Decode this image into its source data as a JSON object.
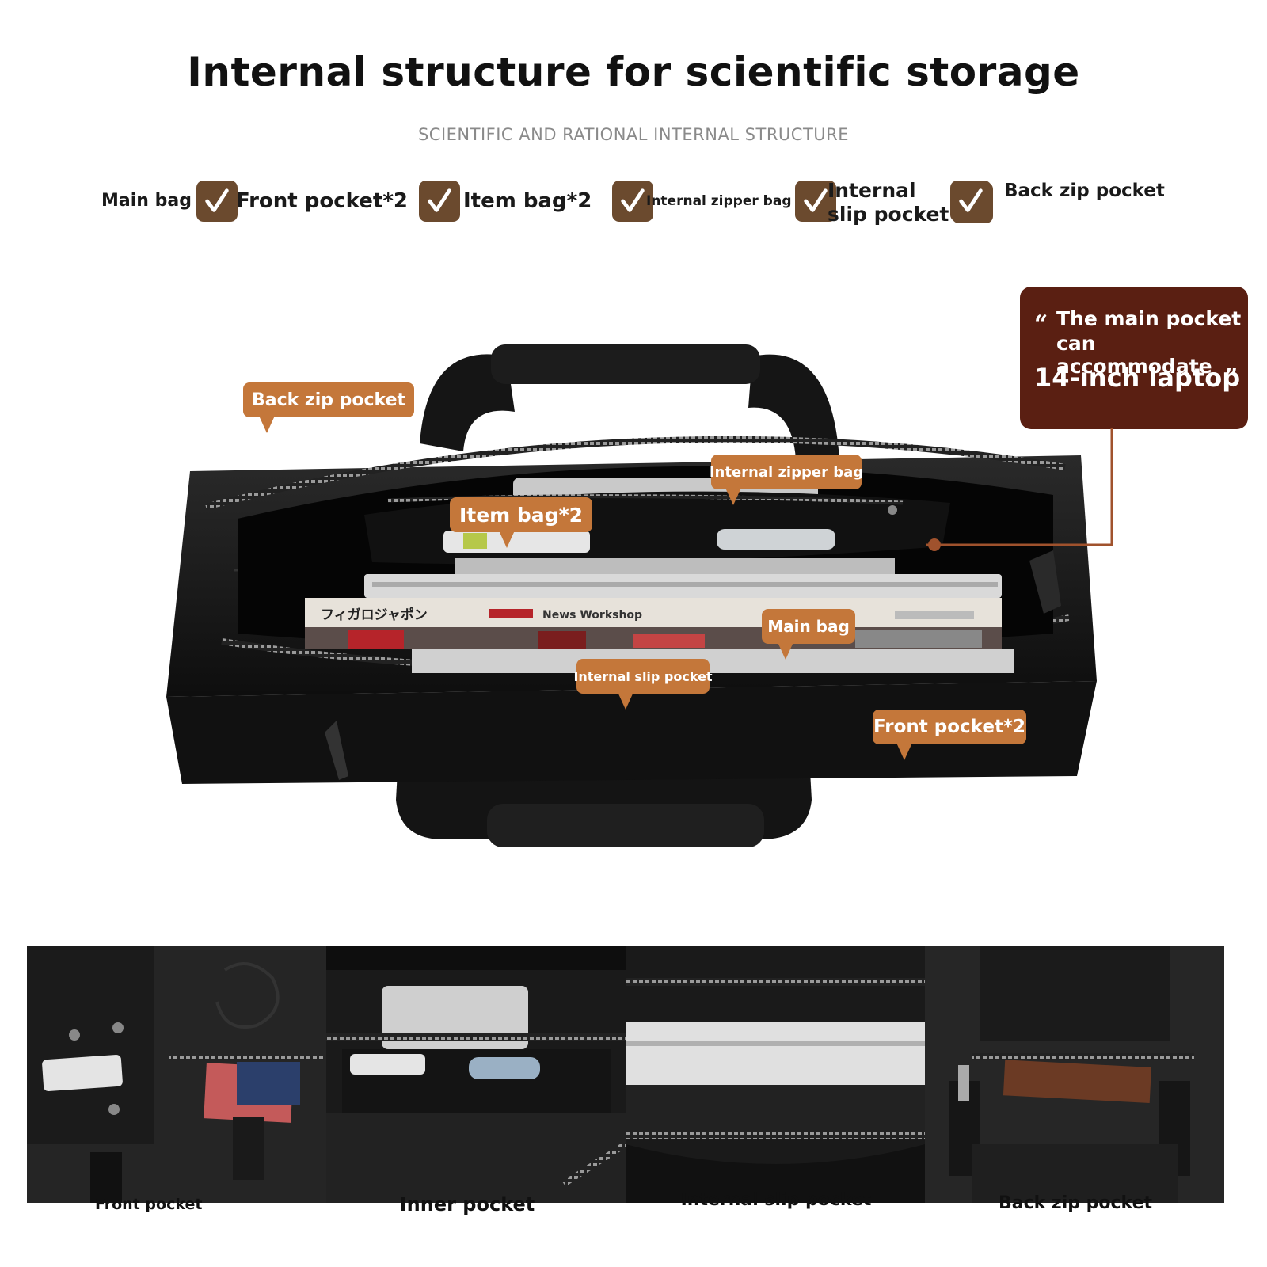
{
  "header": {
    "title": "Internal structure for scientific storage",
    "subtitle": "SCIENTIFIC AND RATIONAL INTERNAL STRUCTURE"
  },
  "features": [
    {
      "label": "Main bag"
    },
    {
      "label": "Front pocket*2"
    },
    {
      "label": "Item bag*2"
    },
    {
      "label": "Internal zipper bag"
    },
    {
      "label": "Internal slip pocket",
      "line1": "Internal",
      "line2": "slip pocket"
    },
    {
      "label": "Back zip pocket"
    }
  ],
  "callouts": {
    "back_zip": "Back zip pocket",
    "internal_zipper": "Internal zipper bag",
    "item_bag": "Item bag*2",
    "main_bag": "Main bag",
    "internal_slip": "Internal slip pocket",
    "front_pocket": "Front pocket*2"
  },
  "laptop_note": {
    "open_quote": "“",
    "line1": "The main pocket",
    "line2": "can accommodate",
    "line3": "14-inch laptop",
    "close_quote": "”"
  },
  "magazine_text": {
    "left": "フィガロジャポン",
    "center": "News Workshop"
  },
  "thumbnails": [
    {
      "label": "Front pocket"
    },
    {
      "label": "Inner pocket"
    },
    {
      "label": "Internal slip pocket"
    },
    {
      "label": "Back zip pocket"
    }
  ],
  "colors": {
    "callout": "#c4773a",
    "check_bg": "#6b4a2e",
    "note_bg": "#5a1f12",
    "leather": "#1a1a1a"
  }
}
